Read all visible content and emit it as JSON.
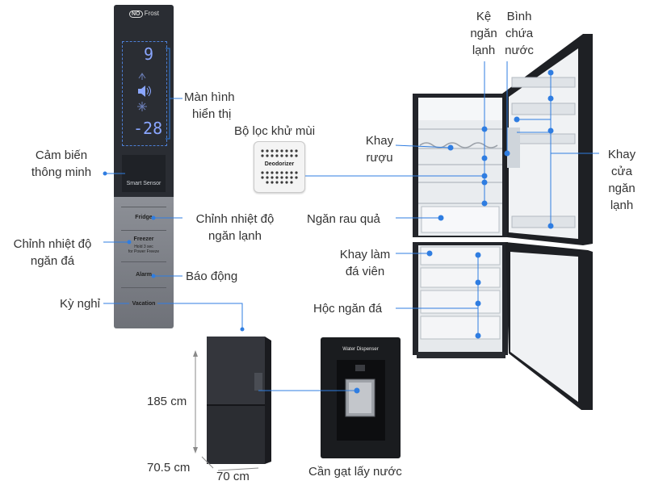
{
  "panel": {
    "brand_badge": "NO",
    "brand_text": "Frost",
    "fridge_temp": "9",
    "freezer_temp": "-28",
    "smart_sensor": "Smart Sensor",
    "buttons": {
      "fridge": "Fridge",
      "freezer": "Freezer",
      "freezer_sub_1": "Hold 3 sec",
      "freezer_sub_2": "for Power Freeze",
      "alarm": "Alarm",
      "vacation": "Vacation"
    }
  },
  "deodorizer_text": "Deodorizer",
  "dispenser_title": "Water Dispenser",
  "labels": {
    "display": [
      "Màn hình",
      "hiển thị"
    ],
    "sensor": [
      "Cảm biến",
      "thông minh"
    ],
    "fridge_temp": [
      "Chỉnh nhiệt độ",
      "ngăn lạnh"
    ],
    "freezer_temp": [
      "Chỉnh nhiệt độ",
      "ngăn đá"
    ],
    "alarm": "Báo động",
    "vacation": "Kỳ nghỉ",
    "deodorizer": "Bộ lọc khử mùi",
    "wine_rack": [
      "Khay",
      "rượu"
    ],
    "fridge_shelf": [
      "Kệ",
      "ngăn",
      "lạnh"
    ],
    "water_tank": [
      "Bình",
      "chứa",
      "nước"
    ],
    "door_bins": [
      "Khay",
      "cửa",
      "ngăn",
      "lạnh"
    ],
    "crisper": "Ngăn rau quả",
    "ice_tray": [
      "Khay làm",
      "đá viên"
    ],
    "freezer_drawers": "Hộc ngăn đá",
    "water_lever": "Cần gạt lấy nước"
  },
  "dimensions": {
    "height": "185 cm",
    "depth": "70.5 cm",
    "width": "70 cm"
  },
  "colors": {
    "callout_line": "#2f7de1",
    "callout_dot": "#2f7de1",
    "fridge_body": "#24262b",
    "panel_dark": "#2a2d33",
    "panel_grey": "#7d8087"
  }
}
